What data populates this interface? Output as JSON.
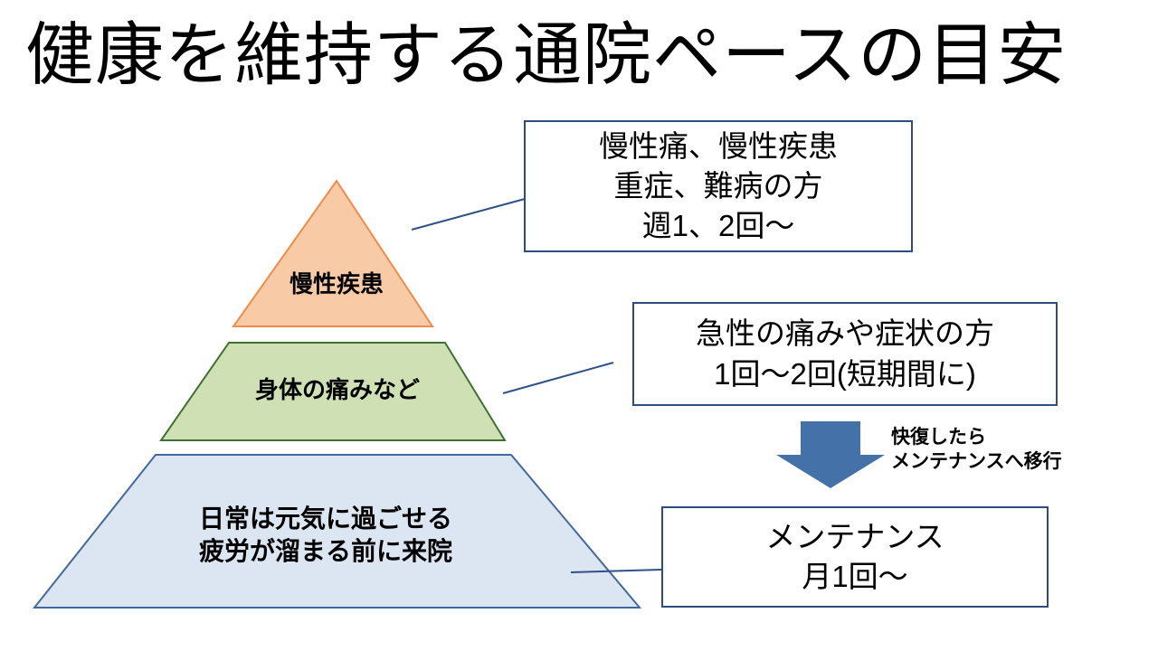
{
  "slide": {
    "title": "健康を維持する通院ペースの目安",
    "background_color": "#FFFFFF"
  },
  "pyramid": {
    "tiers": [
      {
        "id": "chronic",
        "label": "慢性疾患",
        "fill_color": "#F8CBA6",
        "stroke_color": "#ED8C4C",
        "shape": "triangle"
      },
      {
        "id": "body-pain",
        "label": "身体の痛みなど",
        "fill_color": "#CFE0B4",
        "stroke_color": "#3F7232",
        "shape": "trapezoid"
      },
      {
        "id": "daily-wellness",
        "label": "日常は元気に過ごせる\n疲労が溜まる前に来院",
        "fill_color": "#DCE6F2",
        "stroke_color": "#41699B",
        "shape": "trapezoid"
      }
    ]
  },
  "callouts": [
    {
      "id": "chronic",
      "text": "慢性痛、慢性疾患\n重症、難病の方\n週1、2回〜",
      "border_color": "#2E4C7E"
    },
    {
      "id": "acute",
      "text": "急性の痛みや症状の方\n1回〜2回(短期間に)",
      "border_color": "#2E4C7E"
    },
    {
      "id": "maintenance",
      "text": "メンテナンス\n月1回〜",
      "border_color": "#2E4C7E"
    }
  ],
  "arrow": {
    "label": "快復したら\nメンテナンスへ移行",
    "fill_color": "#4472A8",
    "direction": "down"
  },
  "connectors": {
    "line_color": "#2E5288"
  }
}
